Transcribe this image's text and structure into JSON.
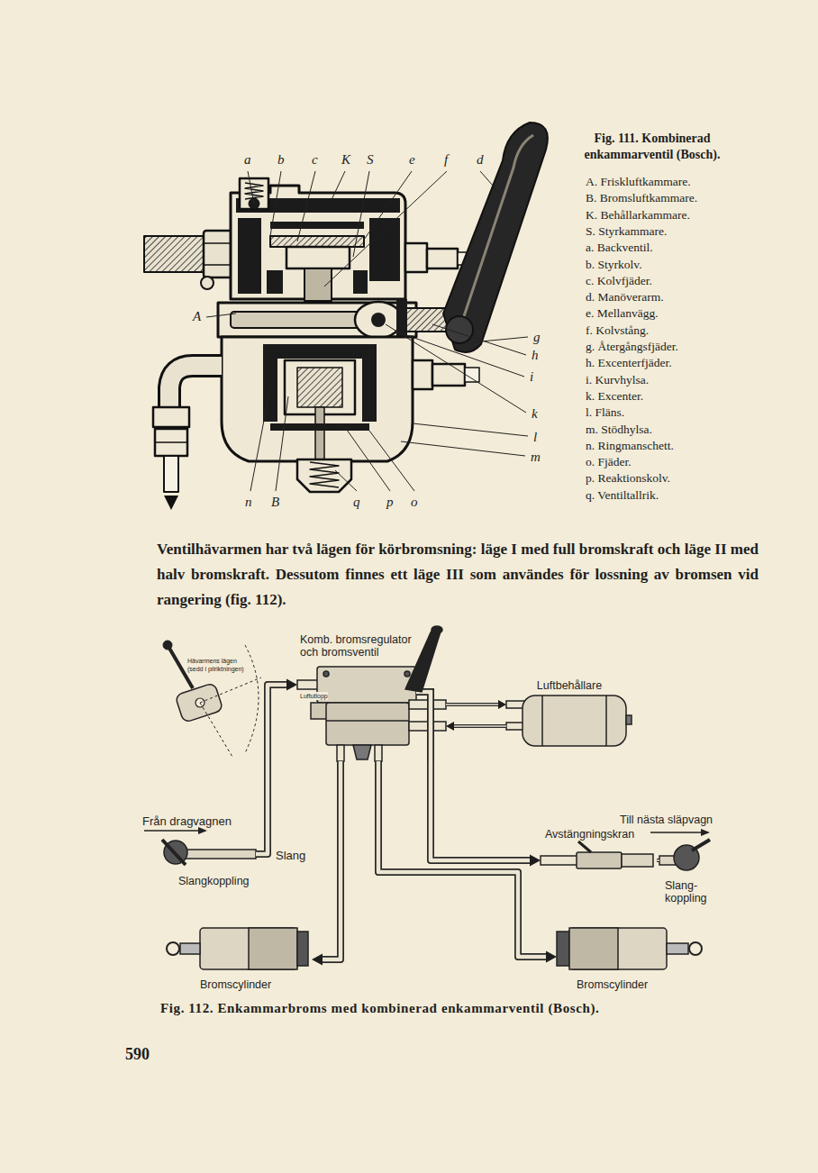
{
  "diagram": {
    "caption": "Fig. 112. Enkammarbroms med kombinerad enkammarventil (Bosch).",
    "nodes": [
      {
        "text": [
          "Komb. bromsregulator och bromsventil"
        ]
      },
      {
        "text": [
          "Luftbehållare"
        ]
      },
      {
        "text": [
          "Slangkoppling"
        ]
      },
      {
        "text": [
          "Bromscylinder"
        ]
      },
      {
        "text": [
          "Bromscylinder"
        ]
      },
      {
        "text": [
          "Avstängningskran"
        ]
      },
      {
        "text": [
          "Slang- koppling"
        ]
      }
    ],
    "edges": [
      {
        "from": 2,
        "to": 0,
        "arrow": "to",
        "label": "Slang"
      },
      {
        "from": 0,
        "to": 1,
        "arrow": "to"
      },
      {
        "from": 1,
        "to": 0,
        "arrow": "to"
      },
      {
        "from": 0,
        "to": 3,
        "arrow": "to"
      },
      {
        "from": 0,
        "to": 4,
        "arrow": "to"
      },
      {
        "from": 0,
        "to": 5,
        "arrow": "to"
      },
      {
        "from": 5,
        "to": 6,
        "arrow": "none"
      }
    ],
    "labels": [
      "a",
      "b",
      "c",
      "K",
      "S",
      "e",
      "f",
      "d",
      "A",
      "g",
      "h",
      "i",
      "k",
      "l",
      "m",
      "n",
      "B",
      "q",
      "p",
      "o",
      "Fig. 111. Kombinerad enkammarventil (Bosch).",
      "A. Friskluftkammare.",
      "B. Bromsluftkammare.",
      "K. Behållarkammare.",
      "S. Styrkammare.",
      "a. Backventil.",
      "b. Styrkolv.",
      "c. Kolvfjäder.",
      "d. Manöverarm.",
      "e. Mellanvägg.",
      "f. Kolvstång.",
      "g. Återgångsfjäder.",
      "h. Excenterfjäder.",
      "i. Kurvhylsa.",
      "k. Excenter.",
      "l. Fläns.",
      "m. Stödhylsa.",
      "n. Ringmanschett.",
      "o. Fjäder.",
      "p. Reaktionskolv.",
      "q. Ventiltallrik.",
      "Ventilhävarmen har två lägen för körbromsning: läge I med full bromskraft och läge II med halv bromskraft. Dessutom finnes ett läge III som användes för lossning av bromsen vid rangering (fig. 112).",
      "Hävarmens lägen (sedd i pilriktningen)",
      "Luftutlopp",
      "Från dragvagnen",
      "Till nästa släpvagn",
      "590"
    ]
  }
}
